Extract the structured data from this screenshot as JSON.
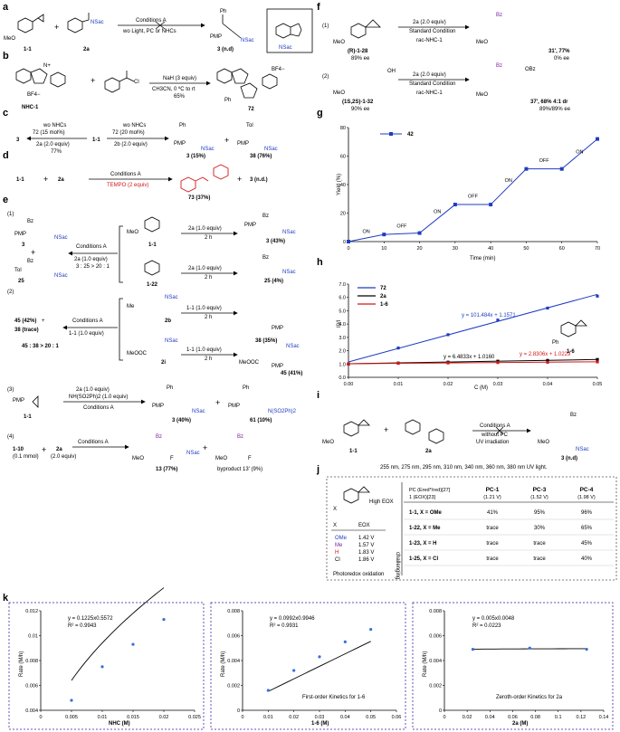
{
  "panels": {
    "a": "a",
    "b": "b",
    "c": "c",
    "d": "d",
    "e": "e",
    "f": "f",
    "g": "g",
    "h": "h",
    "i": "i",
    "j": "j",
    "k": "k"
  },
  "a": {
    "meo": "MeO",
    "sm1": "1-1",
    "sm2": "2a",
    "plus": "+",
    "nsac": "NSac",
    "cond": "Conditions A",
    "wo": "wo Light, PC or NHCs",
    "ph": "Ph",
    "pmp": "PMP",
    "prod": "3 (n.d)"
  },
  "b": {
    "n": "N+",
    "bf4": "BF4−",
    "nhc": "NHC-1",
    "cl": "Cl",
    "reagent": "NaH (3 equiv)",
    "solvent": "CH3CN, 0 ºC to rt",
    "yield": "65%",
    "prod": "72"
  },
  "c": {
    "p3": "3",
    "wo": "wo NHCs",
    "cat15": "72 (15 mol%)",
    "cat20": "72 (20 mol%)",
    "eq2a": "2a (2.0 equiv)",
    "eq2b": "2b (2.0 equiv)",
    "y77": "77%",
    "tol": "Tol",
    "p3y": "3 (15%)",
    "p38y": "38 (76%)"
  },
  "d": {
    "tempo": "TEMPO (2 equiv)",
    "p73": "73 (37%)",
    "p3": "3 (n.d.)"
  },
  "e": {
    "n1": "(1)",
    "n2": "(2)",
    "n3": "(3)",
    "n4": "(4)",
    "bz": "Bz",
    "l3": "3",
    "l25": "25",
    "eq2a": "2a (1.0 equiv)",
    "ratio1": "3 : 25 > 20 : 1",
    "sm22": "1-22",
    "h2": "2 h",
    "y3": "3 (43%)",
    "y25": "25 (4%)",
    "l45": "45 (42%)",
    "l38t": "38 (trace)",
    "ratio2": "45 : 38 > 20 : 1",
    "eq11": "1-1 (1.0 equiv)",
    "me": "Me",
    "meooc": "MeOOC",
    "l2b": "2b",
    "l2i": "2i",
    "eq11b": "1-1 (1.0 equiv)",
    "y38": "38 (35%)",
    "y45": "45 (41%)",
    "nh": "NH(SO2Ph)2 (1.0 equiv)",
    "y3b": "3 (40%)",
    "nso2": "N(SO2Ph)2",
    "y61": "61 (10%)",
    "sm10": "1-10",
    "mmol": "(0.1 mmol)",
    "eq2": "(2.0 equiv)",
    "f": "F",
    "y13": "13 (77%)",
    "y13p": "byproduct 13' (9%)"
  },
  "f": {
    "n1": "(1)",
    "n2": "(2)",
    "sm1": "(R)-1-28",
    "ee1": "89% ee",
    "sm2": "(1S,2S)-1-32",
    "ee2": "90% ee",
    "eq2a": "2a (2.0 equiv)",
    "std": "Standard Condition",
    "cat": "rac-NHC-1",
    "y31": "31', 77%",
    "ee31": "0% ee",
    "oh": "OH",
    "obz": "OBz",
    "y37": "37', 68% 4:1 dr",
    "ee37": "89%/89% ee"
  },
  "h": {
    "l16": "1-6"
  },
  "i": {
    "without": "without PC",
    "uv": "UV irradiation",
    "wl": "255 nm, 275 nm, 295 nm, 310 nm, 340 nm, 360 nm, 380 nm UV light."
  },
  "j": {
    "x": "X",
    "high": "High EOX",
    "colx": "X",
    "coleox": "EOX",
    "challenging": "challenging",
    "photo": "Photoredox oxidation",
    "left_rows": [
      [
        "OMe",
        "1.42 V"
      ],
      [
        "Me",
        "1.57 V"
      ],
      [
        "H",
        "1.83 V"
      ],
      [
        "Cl",
        "1.86 V"
      ]
    ],
    "left_colors": [
      "#1f3cc0",
      "#7b1fa2",
      "#d01818",
      "#000000"
    ],
    "header": [
      "PC (Ered*/red)[27]",
      "PC-1",
      "PC-3",
      "PC-4"
    ],
    "header_sub": [
      "1 (EOX)[23]",
      "(1.21 V)",
      "(1.52 V)",
      "(1.98 V)"
    ],
    "rows": [
      [
        "1-1, X = OMe",
        "41%",
        "95%",
        "96%"
      ],
      [
        "1-22, X = Me",
        "trace",
        "30%",
        "65%"
      ],
      [
        "1-23, X = H",
        "trace",
        "trace",
        "45%"
      ],
      [
        "1-25, X = Cl",
        "trace",
        "trace",
        "40%"
      ]
    ]
  },
  "colors": {
    "blue": "#1f3cc0",
    "red": "#d01818",
    "black": "#000000",
    "k_point": "#3a6fd8"
  },
  "chart_data": [
    {
      "type": "line",
      "ylabel": "Yield (%)",
      "xlabel": "Time (min)",
      "legend": "42",
      "x": [
        0,
        10,
        20,
        30,
        40,
        50,
        60,
        70
      ],
      "y": [
        0,
        5,
        6,
        26,
        26,
        51,
        51,
        72
      ],
      "xlim": [
        0,
        70
      ],
      "ylim": [
        0,
        80
      ],
      "xticks": [
        0,
        10,
        20,
        30,
        40,
        50,
        60,
        70
      ],
      "yticks": [
        0,
        20,
        40,
        60,
        80
      ],
      "annotations": [
        "ON",
        "OFF",
        "ON",
        "OFF",
        "ON",
        "OFF",
        "ON"
      ]
    },
    {
      "type": "scatter",
      "ylabel": "I0/I",
      "xlabel": "C (M)",
      "x": [
        0,
        0.01,
        0.02,
        0.03,
        0.04,
        0.05
      ],
      "series": [
        {
          "name": "72",
          "values": [
            1.0,
            2.2,
            3.2,
            4.3,
            5.2,
            6.1
          ],
          "fit": [
            101.484,
            1.1571
          ]
        },
        {
          "name": "2a",
          "values": [
            1.0,
            1.07,
            1.14,
            1.21,
            1.27,
            1.34
          ],
          "fit": [
            6.4833,
            1.016
          ]
        },
        {
          "name": "1-6",
          "values": [
            1.0,
            1.05,
            1.08,
            1.11,
            1.13,
            1.16
          ],
          "fit": [
            2.8306,
            1.0229
          ]
        }
      ],
      "equations": [
        "y = 101.484x + 1.1571",
        "y = 6.4833x + 1.0160",
        "y = 2.8306x + 1.0229"
      ],
      "xlim": [
        0,
        0.05
      ],
      "ylim": [
        0,
        7
      ],
      "xticks": [
        "0.00",
        "0.01",
        "0.02",
        "0.03",
        "0.04",
        "0.05"
      ],
      "yticks": [
        "0.0",
        "1.0",
        "2.0",
        "3.0",
        "4.0",
        "5.0",
        "6.0",
        "7.0"
      ]
    },
    {
      "type": "scatter",
      "ylabel": "Rate (M/h)",
      "xlabel": "NHC (M)",
      "fit": "y = 0.1225x0.5572",
      "r2": "R² = 0.9943",
      "x": [
        0.005,
        0.01,
        0.015,
        0.02
      ],
      "y": [
        0.0048,
        0.0075,
        0.0093,
        0.0113
      ],
      "xlim": [
        0,
        0.025
      ],
      "ylim": [
        0.004,
        0.012
      ],
      "xticks": [
        "0",
        "0.005",
        "0.01",
        "0.015",
        "0.02",
        "0.025"
      ],
      "yticks": [
        "0.004",
        "0.006",
        "0.008",
        "0.01",
        "0.012"
      ]
    },
    {
      "type": "scatter",
      "ylabel": "Rate (M/h)",
      "xlabel": "1-6 (M)",
      "title": "First-order Kinetics for 1-6",
      "fit": "y = 0.0992x0.9946",
      "r2": "R² = 0.9931",
      "x": [
        0.01,
        0.02,
        0.03,
        0.04,
        0.05
      ],
      "y": [
        0.0016,
        0.0032,
        0.0043,
        0.0055,
        0.0065
      ],
      "xlim": [
        0,
        0.06
      ],
      "ylim": [
        0,
        0.008
      ],
      "xticks": [
        "0",
        "0.01",
        "0.02",
        "0.03",
        "0.04",
        "0.05",
        "0.06"
      ],
      "yticks": [
        "0",
        "0.002",
        "0.004",
        "0.006",
        "0.008"
      ]
    },
    {
      "type": "scatter",
      "ylabel": "Rate (M/h)",
      "xlabel": "2a (M)",
      "title": "Zeroth-order Kinetics for 2a",
      "fit": "y = 0.005x0.0048",
      "r2": "R² = 0.0223",
      "x": [
        0.025,
        0.075,
        0.125
      ],
      "y": [
        0.0049,
        0.005,
        0.0049
      ],
      "xlim": [
        0,
        0.14
      ],
      "ylim": [
        0,
        0.008
      ],
      "xticks": [
        "0",
        "0.02",
        "0.04",
        "0.06",
        "0.08",
        "0.1",
        "0.12",
        "0.14"
      ],
      "yticks": [
        "0",
        "0.002",
        "0.004",
        "0.006",
        "0.008"
      ]
    }
  ]
}
